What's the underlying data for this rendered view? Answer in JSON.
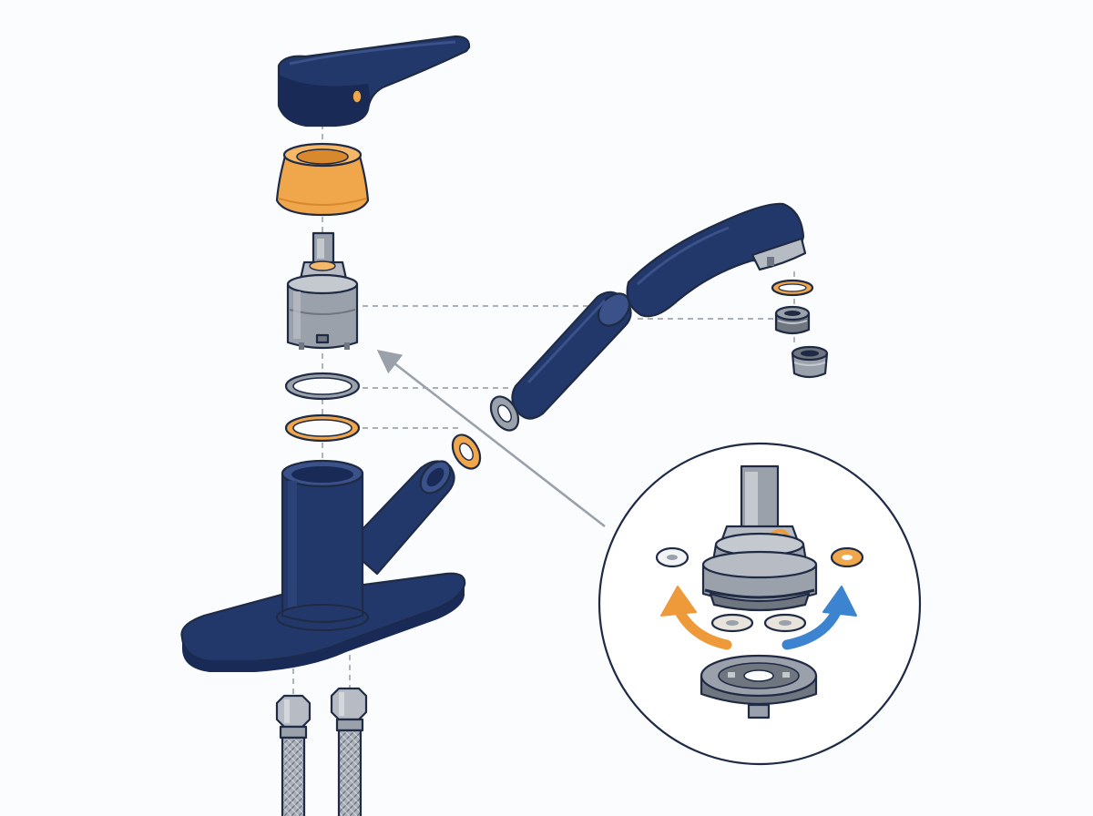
{
  "diagram": {
    "title": "",
    "colors": {
      "body": "#22386b",
      "body_shade": "#182a55",
      "brass": "#f0a64a",
      "brass_shade": "#d9892d",
      "metal": "#9aa1ab",
      "metal_light": "#c4c9d0",
      "metal_dark": "#6f7680",
      "outline": "#1f2a44",
      "guide_line": "#8e96a3",
      "arrow_orange": "#ee9a3b",
      "arrow_blue": "#3c84cf",
      "background": "#fbfcfe"
    },
    "parts": [
      "lever-handle",
      "cap-dome",
      "ceramic-cartridge",
      "o-ring-grey",
      "o-ring-orange",
      "faucet-body-with-base-plate",
      "supply-hose-left",
      "supply-hose-right",
      "spout-tube",
      "spray-head",
      "spray-washer",
      "aerator-upper",
      "aerator-lower",
      "spout-washer-grey",
      "spout-washer-orange"
    ],
    "inset": {
      "shows": "cartridge-detail",
      "arrows": [
        "orange-counterclockwise",
        "blue-clockwise"
      ]
    }
  }
}
